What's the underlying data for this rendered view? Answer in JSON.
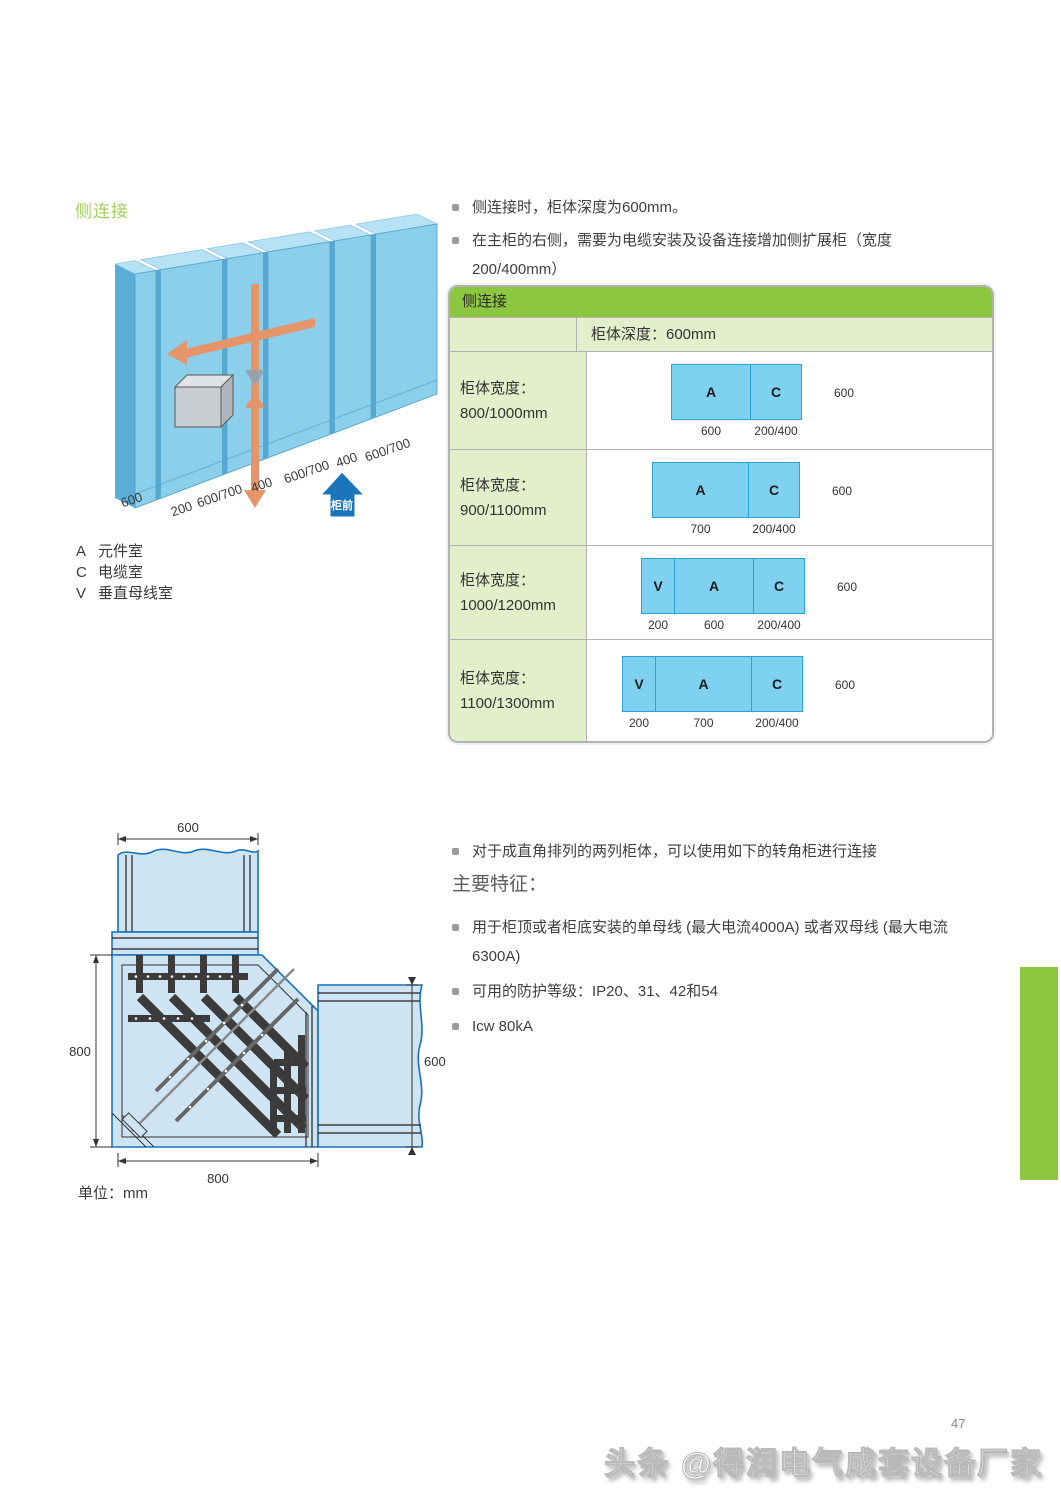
{
  "colors": {
    "accent_green": "#8dc63f",
    "light_green_cell": "#e3eecb",
    "title_green": "#a4cf5d",
    "box_blue_fill": "#7ed1f1",
    "box_blue_border": "#2aa3d8",
    "cabinet_blue": "#8ccfeb",
    "diagram_fill": "#cfe4f2",
    "diagram_outline": "#1a72b8",
    "arrow_orange": "#e6956b",
    "front_arrow_blue": "#1b75bb"
  },
  "top_section": {
    "title": "侧连接",
    "iso": {
      "front_arrow_label": "柜前",
      "bottom_labels": [
        "600",
        "200",
        "600/700",
        "400",
        "600/700",
        "400",
        "600/700"
      ]
    },
    "legend": [
      {
        "key": "A",
        "label": "元件室"
      },
      {
        "key": "C",
        "label": "电缆室"
      },
      {
        "key": "V",
        "label": "垂直母线室"
      }
    ],
    "bullets": {
      "b1": "侧连接时，柜体深度为600mm。",
      "b2_line1": "在主柜的右侧，需要为电缆安装及设备连接增加侧扩展柜（宽度",
      "b2_line2": "200/400mm）"
    },
    "table": {
      "header": "侧连接",
      "depth_header": "柜体深度：600mm",
      "rows": [
        {
          "label1": "柜体宽度：",
          "label2": "800/1000mm",
          "depth": "600",
          "boxes": [
            {
              "key": "A",
              "dim": "600"
            },
            {
              "key": "C",
              "dim": "200/400"
            }
          ]
        },
        {
          "label1": "柜体宽度：",
          "label2": "900/1100mm",
          "depth": "600",
          "boxes": [
            {
              "key": "A",
              "dim": "700"
            },
            {
              "key": "C",
              "dim": "200/400"
            }
          ]
        },
        {
          "label1": "柜体宽度：",
          "label2": "1000/1200mm",
          "depth": "600",
          "boxes": [
            {
              "key": "V",
              "dim": "200"
            },
            {
              "key": "A",
              "dim": "600"
            },
            {
              "key": "C",
              "dim": "200/400"
            }
          ]
        },
        {
          "label1": "柜体宽度：",
          "label2": "1100/1300mm",
          "depth": "600",
          "boxes": [
            {
              "key": "V",
              "dim": "200"
            },
            {
              "key": "A",
              "dim": "700"
            },
            {
              "key": "C",
              "dim": "200/400"
            }
          ]
        }
      ]
    }
  },
  "bottom_section": {
    "bullet_intro": "对于成直角排列的两列柜体，可以使用如下的转角柜进行连接",
    "features_heading": "主要特征：",
    "features": {
      "f1_line1": "用于柜顶或者柜底安装的单母线 (最大电流4000A) 或者双母线 (最大电流",
      "f1_line2": "6300A)",
      "f2": "可用的防护等级：IP20、31、42和54",
      "f3": "Icw 80kA"
    },
    "corner_diagram": {
      "dim_top": "600",
      "dim_left": "800",
      "dim_bottom": "800",
      "dim_right": "600",
      "unit_label": "单位：mm"
    }
  },
  "footer": {
    "page_number": "47",
    "watermark": "头条 @得润电气成套设备厂家"
  }
}
